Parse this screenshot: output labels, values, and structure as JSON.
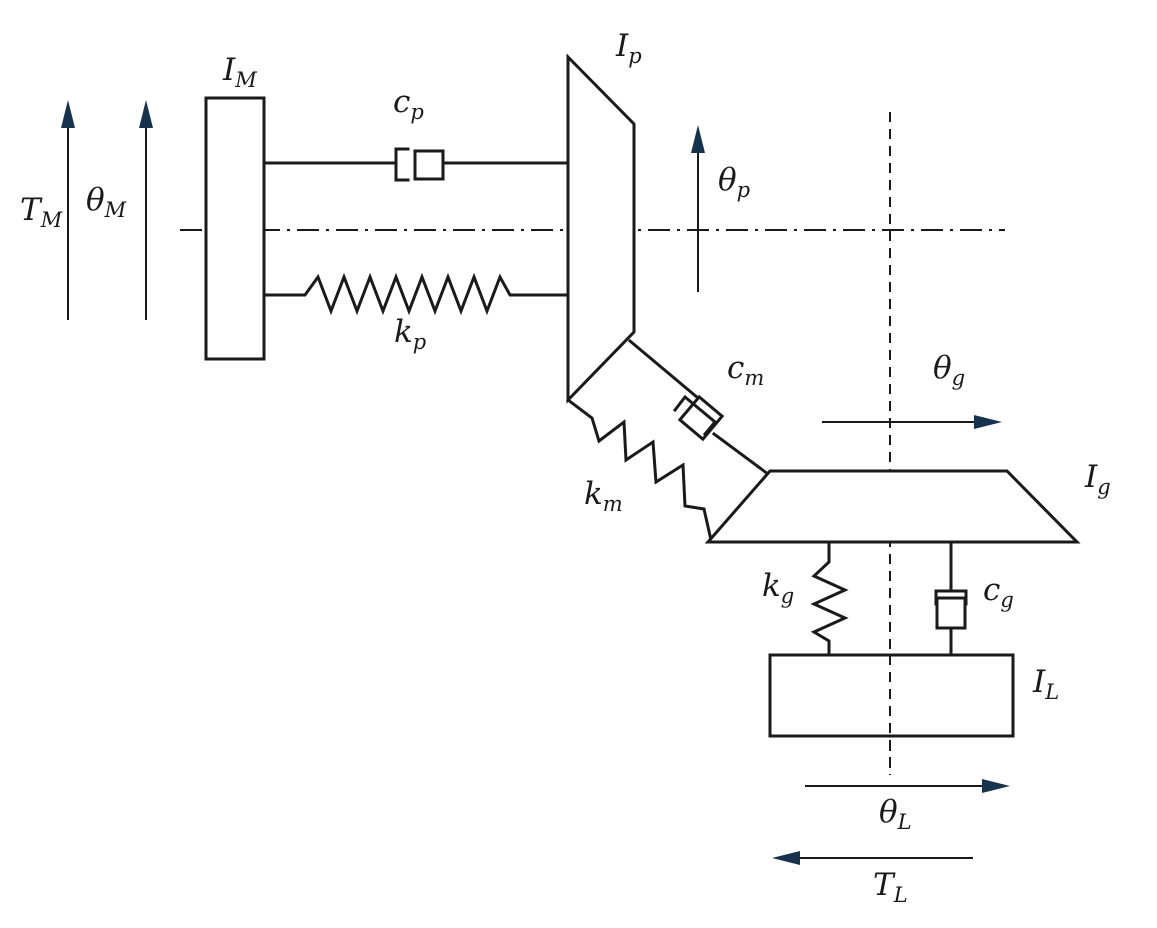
{
  "colors": {
    "line": "#1a1a1a",
    "arrowhead": "#17324d",
    "background": "#ffffff"
  },
  "labels": {
    "I_M": {
      "main": "I",
      "sub": "M"
    },
    "I_p": {
      "main": "I",
      "sub": "p"
    },
    "I_g": {
      "main": "I",
      "sub": "g"
    },
    "I_L": {
      "main": "I",
      "sub": "L"
    },
    "c_p": {
      "main": "c",
      "sub": "p"
    },
    "k_p": {
      "main": "k",
      "sub": "p"
    },
    "c_m": {
      "main": "c",
      "sub": "m"
    },
    "k_m": {
      "main": "k",
      "sub": "m"
    },
    "k_g": {
      "main": "k",
      "sub": "g"
    },
    "c_g": {
      "main": "c",
      "sub": "g"
    },
    "T_M": {
      "main": "T",
      "sub": "M"
    },
    "theta_M": {
      "main": "θ",
      "sub": "M"
    },
    "theta_p": {
      "main": "θ",
      "sub": "p"
    },
    "theta_g": {
      "main": "θ",
      "sub": "g"
    },
    "theta_L": {
      "main": "θ",
      "sub": "L"
    },
    "T_L": {
      "main": "T",
      "sub": "L"
    }
  }
}
